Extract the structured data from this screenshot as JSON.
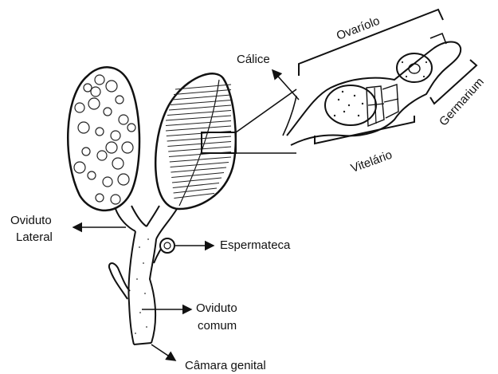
{
  "labels": {
    "ovariolo": "Ovaríolo",
    "calice": "Cálice",
    "germarium": "Germarium",
    "vitelario": "Vitelário",
    "oviduto_lateral_1": "Oviduto",
    "oviduto_lateral_2": "Lateral",
    "espermateca": "Espermateca",
    "oviduto_comum_1": "Oviduto",
    "oviduto_comum_2": "comum",
    "camara_genital": "Câmara genital"
  },
  "colors": {
    "line": "#111111",
    "background": "#ffffff"
  }
}
